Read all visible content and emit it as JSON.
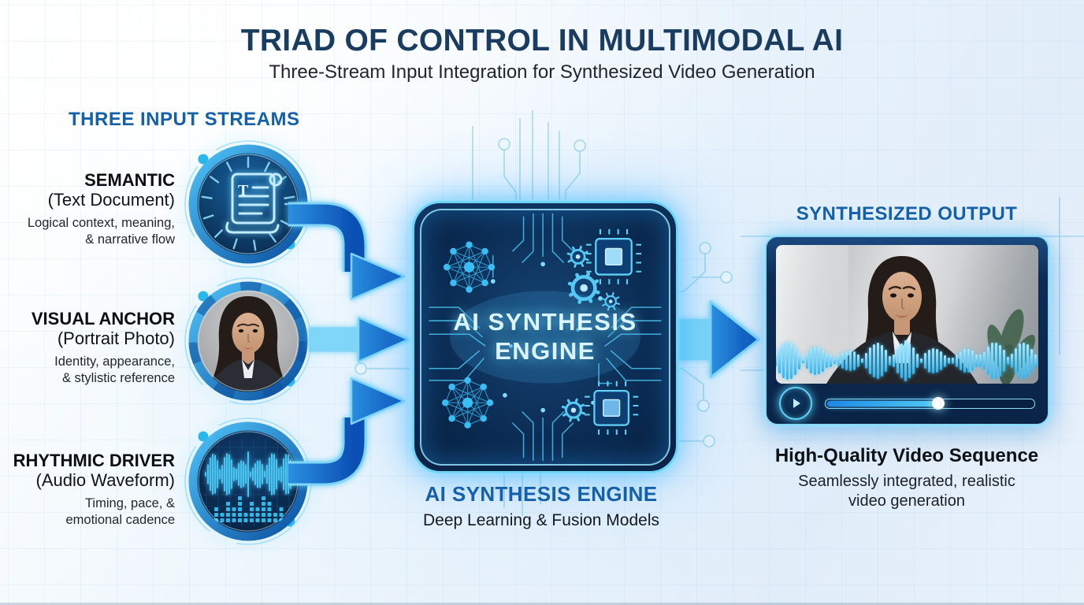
{
  "header": {
    "title": "TRIAD OF CONTROL IN MULTIMODAL AI",
    "subtitle": "Three-Stream Input Integration for Synthesized Video Generation"
  },
  "inputs": {
    "heading": "THREE INPUT STREAMS",
    "streams": [
      {
        "name": "SEMANTIC",
        "type": "(Text Document)",
        "description_lines": [
          "Logical context, meaning,",
          "& narrative flow"
        ],
        "icon": "text-document-scroll-icon"
      },
      {
        "name": "VISUAL ANCHOR",
        "type": "(Portrait Photo)",
        "description_lines": [
          "Identity, appearance,",
          "& stylistic reference"
        ],
        "icon": "portrait-photo-icon"
      },
      {
        "name": "RHYTHMIC DRIVER",
        "type": "(Audio Waveform)",
        "description_lines": [
          "Timing, pace, &",
          "emotional cadence"
        ],
        "icon": "audio-waveform-icon"
      }
    ]
  },
  "engine": {
    "box_line1": "AI SYNTHESIS",
    "box_line2": "ENGINE",
    "caption_title": "AI SYNTHESIS ENGINE",
    "caption_subtitle": "Deep Learning & Fusion Models"
  },
  "output": {
    "heading": "SYNTHESIZED OUTPUT",
    "caption_title": "High-Quality Video Sequence",
    "caption_lines": [
      "Seamlessly integrated, realistic",
      "video generation"
    ],
    "player": {
      "progress_percent": 54,
      "play_icon": "play-icon"
    }
  },
  "colors": {
    "title_navy": "#1b3c61",
    "heading_blue": "#1460ab",
    "arrow_blue": "#0c55b8",
    "glow_cyan": "#54c9f5",
    "engine_bg": "#0b2b52",
    "text_dark": "#101418"
  }
}
